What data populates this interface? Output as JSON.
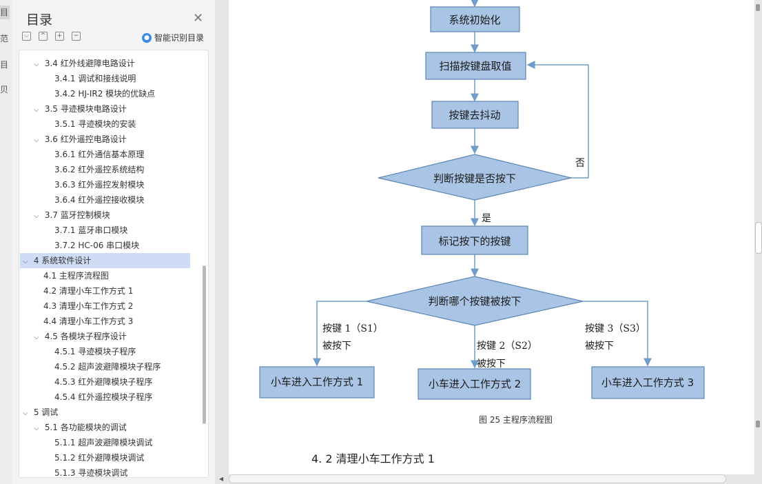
{
  "rail": {
    "items": [
      "目",
      "范",
      "目",
      "贝"
    ]
  },
  "toc": {
    "title": "目录",
    "toolbar": {
      "collapse_all": "⌵",
      "expand": "^",
      "add": "+",
      "remove": "−"
    },
    "smart_label": "智能识别目录",
    "items": [
      {
        "text": "3.4 红外线避障电路设计"
      },
      {
        "text": "3.4.1 调试和接线说明"
      },
      {
        "text": "3.4.2 HJ-IR2 模块的优缺点"
      },
      {
        "text": "3.5 寻迹模块电路设计"
      },
      {
        "text": "3.5.1 寻迹模块的安装"
      },
      {
        "text": "3.6 红外遥控电路设计"
      },
      {
        "text": "3.6.1 红外通信基本原理"
      },
      {
        "text": "3.6.2 红外遥控系统结构"
      },
      {
        "text": "3.6.3 红外遥控发射模块"
      },
      {
        "text": "3.6.4 红外遥控接收模块"
      },
      {
        "text": "3.7 蓝牙控制模块"
      },
      {
        "text": "3.7.1 蓝牙串口模块"
      },
      {
        "text": "3.7.2 HC-06 串口模块"
      },
      {
        "text": "4 系统软件设计"
      },
      {
        "text": "4.1 主程序流程图"
      },
      {
        "text": "4.2 清理小车工作方式 1"
      },
      {
        "text": "4.3 清理小车工作方式 2"
      },
      {
        "text": "4.4 清理小车工作方式 3"
      },
      {
        "text": "4.5 各模块子程序设计"
      },
      {
        "text": "4.5.1 寻迹模块子程序"
      },
      {
        "text": "4.5.2 超声波避障模块子程序"
      },
      {
        "text": "4.5.3 红外避障模块子程序"
      },
      {
        "text": "4.5.4 红外遥控模块子程序"
      },
      {
        "text": "5 调试"
      },
      {
        "text": "5.1 各功能模块的调试"
      },
      {
        "text": "5.1.1 超声波避障模块调试"
      },
      {
        "text": "5.1.2 红外避障模块调试"
      },
      {
        "text": "5.1.3 寻迹模块调试"
      }
    ]
  },
  "flow": {
    "init": "系统初始化",
    "scan": "扫描按键盘取值",
    "debounce": "按键去抖动",
    "judge_press": "判断按键是否按下",
    "no_label": "否",
    "yes_label": "是",
    "mark": "标记按下的按键",
    "judge_which": "判断哪个按键被按下",
    "k1_label1": "按键 1（S1）",
    "k1_label2": "被按下",
    "k2_label1": "按键 2（S2）",
    "k2_label2": "被按下",
    "k3_label1": "按键 3（S3）",
    "k3_label2": "被按下",
    "mode1": "小车进入工作方式 1",
    "mode2": "小车进入工作方式 2",
    "mode3": "小车进入工作方式 3"
  },
  "doc": {
    "caption": "图 25 主程序流程图",
    "section_heading": "4. 2 清理小车工作方式 1"
  },
  "colors": {
    "box_fill": "#a9c4e4",
    "box_stroke": "#5b85b5",
    "line": "#6f9cc9",
    "selected_row": "#cfdcf5",
    "accent": "#3b8ae6"
  }
}
